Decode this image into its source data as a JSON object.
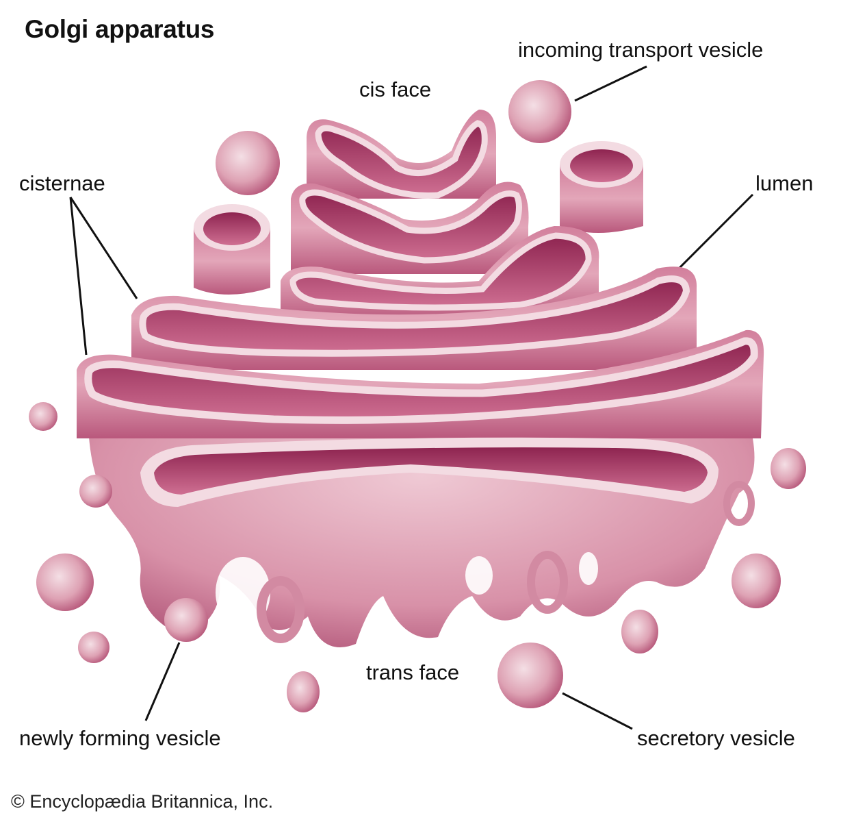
{
  "title": "Golgi apparatus",
  "labels": {
    "incoming_transport_vesicle": "incoming transport vesicle",
    "cis_face": "cis face",
    "cisternae": "cisternae",
    "lumen": "lumen",
    "trans_face": "trans face",
    "newly_forming_vesicle": "newly forming vesicle",
    "secretory_vesicle": "secretory vesicle"
  },
  "credit": "© Encyclopædia Britannica, Inc.",
  "colors": {
    "membrane_light": "#f3dbe2",
    "membrane_mid": "#d88aa3",
    "membrane_dark": "#a03a62",
    "lumen_deep": "#8e2450",
    "leader_line": "#111111"
  }
}
